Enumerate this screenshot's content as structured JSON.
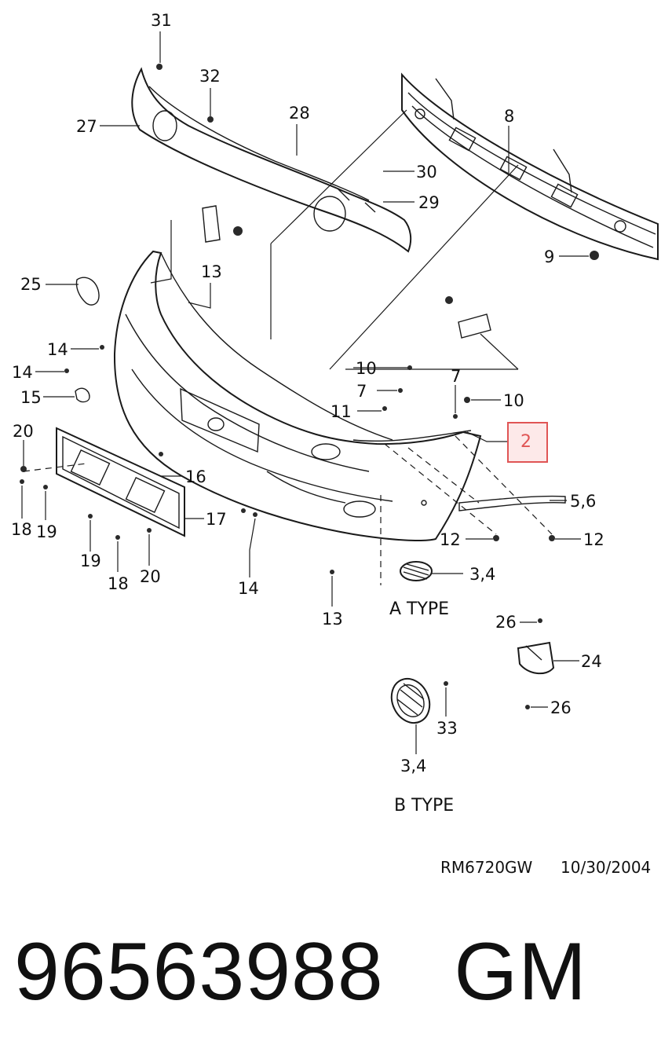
{
  "diagram": {
    "callouts": {
      "c31": "31",
      "c32": "32",
      "c27": "27",
      "c28": "28",
      "c30": "30",
      "c29": "29",
      "c8": "8",
      "c9": "9",
      "c13a": "13",
      "c25": "25",
      "c14a": "14",
      "c14b": "14",
      "c15": "15",
      "c10a": "10",
      "c7a": "7",
      "c7b": "7",
      "c10b": "10",
      "c11": "11",
      "c2": "2",
      "c20a": "20",
      "c16": "16",
      "c56": "5,6",
      "c18a": "18",
      "c19a": "19",
      "c17": "17",
      "c12a": "12",
      "c12b": "12",
      "c19b": "19",
      "c18b": "18",
      "c20b": "20",
      "c34a": "3,4",
      "c14c": "14",
      "c13b": "13",
      "c26a": "26",
      "c24": "24",
      "c26b": "26",
      "c33": "33",
      "c34b": "3,4"
    },
    "type_a_label": "A TYPE",
    "type_b_label": "B TYPE",
    "drawing_ref": "RM6720GW",
    "drawing_date": "10/30/2004",
    "highlight_color": "#e05555"
  },
  "part_number": "96563988",
  "brand": "GM"
}
